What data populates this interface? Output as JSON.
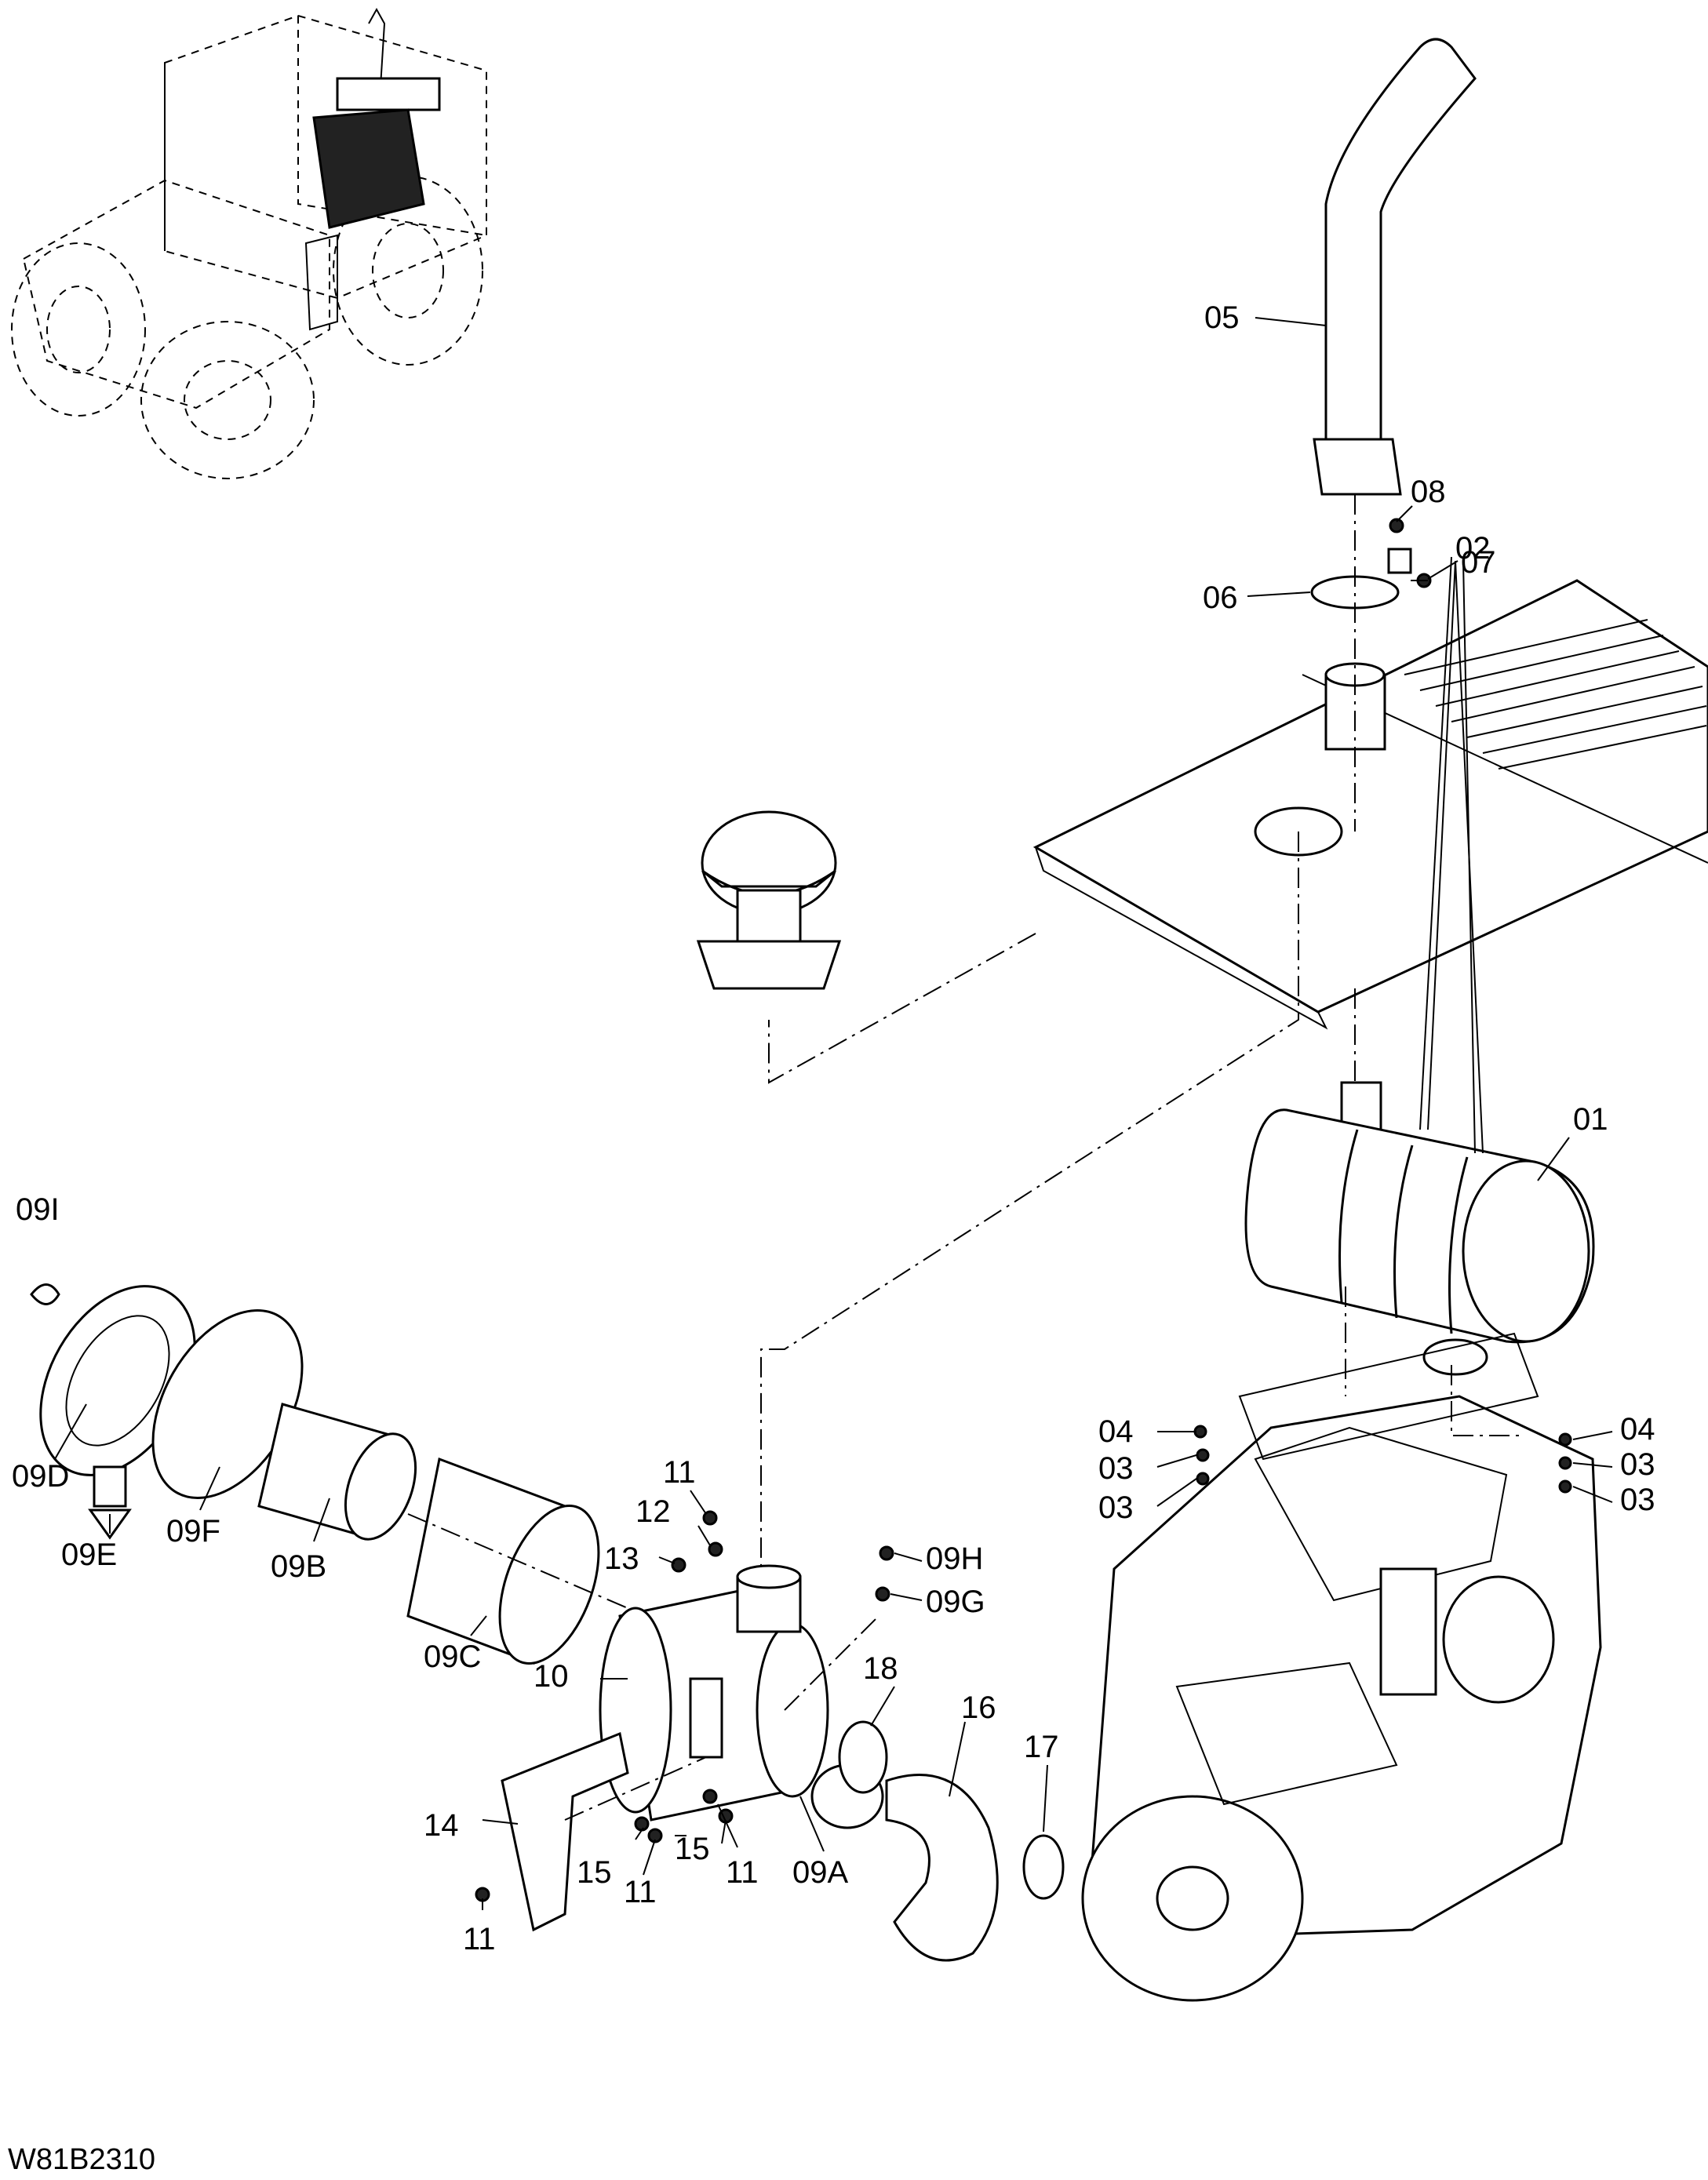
{
  "drawing_code": "W81B2310",
  "callouts": [
    {
      "id": "c05",
      "text": "05"
    },
    {
      "id": "c08",
      "text": "08"
    },
    {
      "id": "c07",
      "text": "07"
    },
    {
      "id": "c06",
      "text": "06"
    },
    {
      "id": "c02",
      "text": "02"
    },
    {
      "id": "c01",
      "text": "01"
    },
    {
      "id": "c09I",
      "text": "09I"
    },
    {
      "id": "c09D",
      "text": "09D"
    },
    {
      "id": "c09E",
      "text": "09E"
    },
    {
      "id": "c09F",
      "text": "09F"
    },
    {
      "id": "c09B",
      "text": "09B"
    },
    {
      "id": "c09C",
      "text": "09C"
    },
    {
      "id": "c11a",
      "text": "11"
    },
    {
      "id": "c12",
      "text": "12"
    },
    {
      "id": "c13",
      "text": "13"
    },
    {
      "id": "c10",
      "text": "10"
    },
    {
      "id": "c09H",
      "text": "09H"
    },
    {
      "id": "c09G",
      "text": "09G"
    },
    {
      "id": "c18",
      "text": "18"
    },
    {
      "id": "c16",
      "text": "16"
    },
    {
      "id": "c17",
      "text": "17"
    },
    {
      "id": "c09A",
      "text": "09A"
    },
    {
      "id": "c14",
      "text": "14"
    },
    {
      "id": "c15a",
      "text": "15"
    },
    {
      "id": "c15b",
      "text": "15"
    },
    {
      "id": "c11b",
      "text": "11"
    },
    {
      "id": "c11c",
      "text": "11"
    },
    {
      "id": "c11d",
      "text": "11"
    },
    {
      "id": "c04a",
      "text": "04"
    },
    {
      "id": "c03a",
      "text": "03"
    },
    {
      "id": "c03b",
      "text": "03"
    },
    {
      "id": "c04b",
      "text": "04"
    },
    {
      "id": "c03c",
      "text": "03"
    },
    {
      "id": "c03d",
      "text": "03"
    }
  ]
}
